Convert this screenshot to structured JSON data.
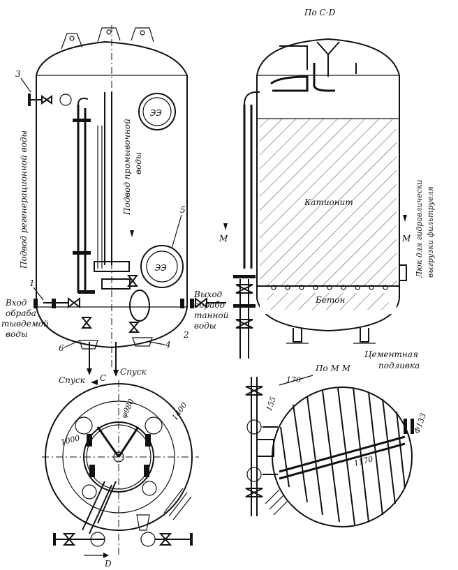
{
  "left_view": {
    "callouts": [
      "3",
      "5",
      "1",
      "2",
      "6",
      "4"
    ],
    "regen_water_label": "Подвод регенерационной воды",
    "rinse_water_label_1": "Подвод промывочной",
    "rinse_water_label_2": "воды",
    "inlet_label": [
      "Вход",
      "обраба",
      "тывдемой",
      "воды"
    ],
    "outlet_label": [
      "Выход",
      "обрабо",
      "танной",
      "воды"
    ],
    "drain_left": "Спуск",
    "drain_right": "Спуск",
    "section_c": "C"
  },
  "right_view": {
    "section_title": "По C-D",
    "cationite_label": "Катионит",
    "concrete_label": "Бетон",
    "cement_label_1": "Цементная",
    "cement_label_2": "подливка",
    "hatch_label_1": "Люк для гидравлически",
    "hatch_label_2": "выгрузки фильтруеля",
    "m_left": "M",
    "m_right": "M"
  },
  "bottom_left": {
    "dim_1400": "1400",
    "dim_980": "φ980",
    "dim_1000": "1000",
    "section_d": "D"
  },
  "bottom_right": {
    "section_title": "По M M",
    "dim_170": "170",
    "dim_155": "155",
    "dim_133": "Φ133",
    "dim_1170": "1170"
  }
}
